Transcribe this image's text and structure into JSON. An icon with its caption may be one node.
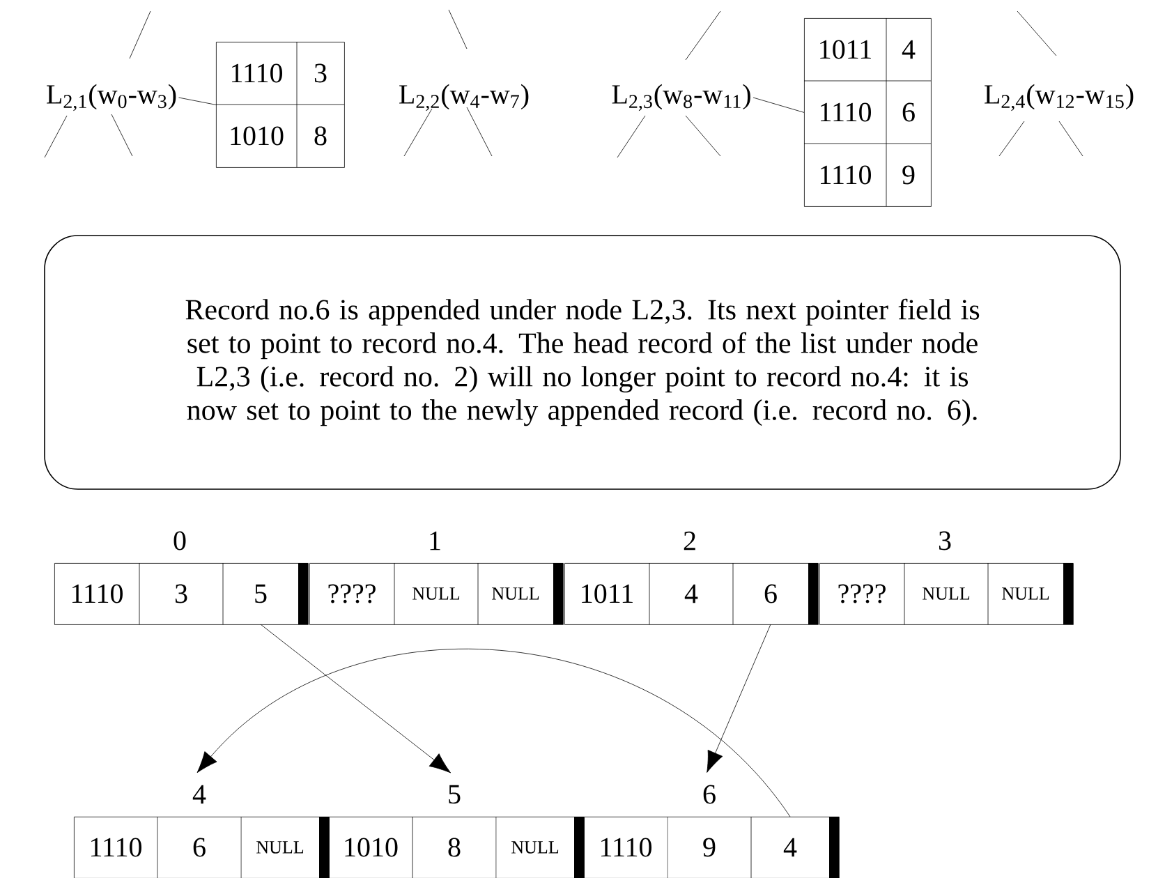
{
  "diagram": {
    "nodes": [
      {
        "text": [
          "L$_{2,1}$(w$_{0}$-w$_{3}$)"
        ]
      },
      {
        "text": [
          "1110",
          "3",
          "1010",
          "8"
        ]
      },
      {
        "text": [
          "L$_{2,3}$(w$_{8}$-w$_{11}$)"
        ]
      },
      {
        "text": [
          "1011",
          "4",
          "1110",
          "6",
          "1110",
          "9"
        ]
      },
      {
        "text": [
          "Record no.6 is appended under node L2,3. Its next pointer field is set to point to record no.4. The head record of the list under node L2,3  (i.e. record no. 2) will no longer point to record no.4: it is now set to point to the newly appended record (i.e. record no. 6)."
        ]
      },
      {
        "text": [
          "1110",
          "3",
          "5"
        ],
        "beside": [
          "0"
        ]
      },
      {
        "text": [
          "????",
          "NULL",
          "NULL"
        ],
        "beside": [
          "1"
        ]
      },
      {
        "text": [
          "1011",
          "4",
          "6"
        ],
        "beside": [
          "2"
        ]
      },
      {
        "text": [
          "????",
          "NULL",
          "NULL"
        ],
        "beside": [
          "3"
        ]
      },
      {
        "text": [
          "1110",
          "6",
          "NULL"
        ],
        "beside": [
          "4"
        ]
      },
      {
        "text": [
          "1010",
          "8",
          "NULL"
        ],
        "beside": [
          "5"
        ]
      },
      {
        "text": [
          "1110",
          "9",
          "4"
        ],
        "beside": [
          "6"
        ]
      }
    ],
    "edges": [
      {
        "from": 0,
        "to": 1,
        "arrow": "none"
      },
      {
        "from": 2,
        "to": 3,
        "arrow": "none"
      },
      {
        "from": 5,
        "to": 10,
        "arrow": "to"
      },
      {
        "from": 7,
        "to": 11,
        "arrow": "to"
      },
      {
        "from": 11,
        "to": 9,
        "arrow": "to"
      }
    ],
    "labels": [
      "L$_{2,2}$(w$_{4}$-w$_{7}$)",
      "L$_{2,4}$(w$_{12}$-w$_{15}$)"
    ]
  }
}
